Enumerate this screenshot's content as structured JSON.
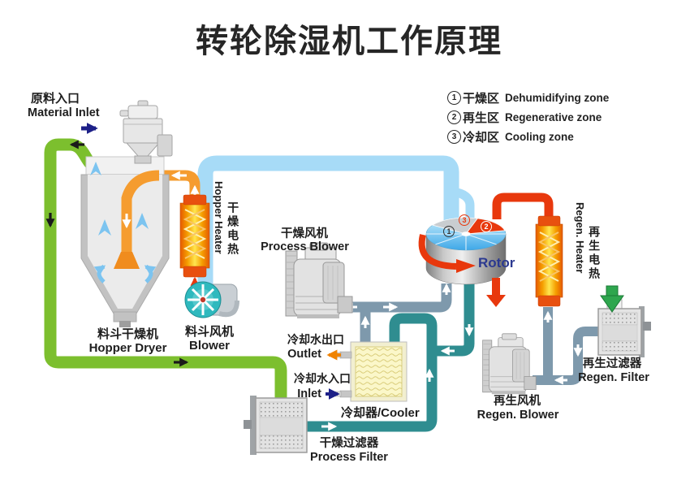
{
  "title": "转轮除湿机工作原理",
  "legend": {
    "items": [
      {
        "num": "1",
        "zh": "干燥区",
        "en": "Dehumidifying zone"
      },
      {
        "num": "2",
        "zh": "再生区",
        "en": "Regenerative zone"
      },
      {
        "num": "3",
        "zh": "冷却区",
        "en": "Cooling zone"
      }
    ]
  },
  "labels": {
    "material_inlet_zh": "原料入口",
    "material_inlet_en": "Material Inlet",
    "hopper_dryer_zh": "料斗干燥机",
    "hopper_dryer_en": "Hopper Dryer",
    "hopper_heater_en": "Hopper Heater",
    "hopper_heater_zh": "干燥电热",
    "hopper_blower_zh": "料斗风机",
    "hopper_blower_en": "Blower",
    "process_blower_zh": "干燥风机",
    "process_blower_en": "Process Blower",
    "process_filter_zh": "干燥过滤器",
    "process_filter_en": "Process Filter",
    "cooler": "冷却器/Cooler",
    "cooling_outlet_zh": "冷却水出口",
    "cooling_outlet_en": "Outlet",
    "cooling_inlet_zh": "冷却水入口",
    "cooling_inlet_en": "Inlet",
    "rotor": "Rotor",
    "regen_heater_en": "Regen. Heater",
    "regen_heater_zh": "再生电热",
    "regen_blower_zh": "再生风机",
    "regen_blower_en": "Regen. Blower",
    "regen_filter_zh": "再生过滤器",
    "regen_filter_en": "Regen. Filter"
  },
  "zones": {
    "z1": "1",
    "z2": "2",
    "z3": "3"
  },
  "colors": {
    "dry_process_air": "#A7DBF7",
    "moist_return_air": "#7CBF2E",
    "hot_regen_air": "#E8380D",
    "cooling_loop": "#2F8D90",
    "ambient_air": "#7E99AC",
    "heated_air": "#F59C2F",
    "heater_body": "#F59E00",
    "rotor_text": "#2B3990"
  }
}
